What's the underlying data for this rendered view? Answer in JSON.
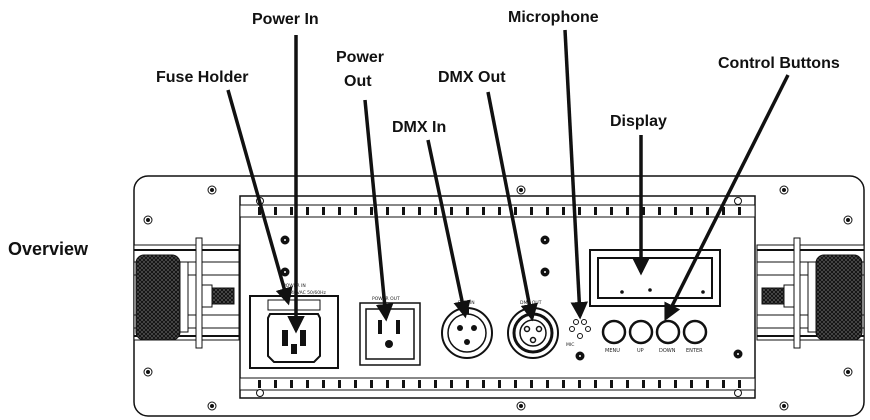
{
  "diagram": {
    "heading": "Overview",
    "callouts": {
      "power_in": "Power In",
      "fuse_holder": "Fuse Holder",
      "power_out_line1": "Power",
      "power_out_line2": "Out",
      "dmx_in": "DMX In",
      "dmx_out": "DMX Out",
      "microphone": "Microphone",
      "display": "Display",
      "control_buttons": "Control Buttons"
    },
    "panel_labels": {
      "power_in_line1": "POWER IN",
      "power_in_line2": "100-240VAC 50/60Hz",
      "power_out": "POWER OUT",
      "dmx_in": "DMX IN",
      "dmx_out": "DMX OUT",
      "mic": "MIC"
    },
    "buttons": [
      "MENU",
      "UP",
      "DOWN",
      "ENTER"
    ],
    "colors": {
      "ink": "#111111",
      "panel": "#ffffff",
      "handle": "#333333"
    }
  }
}
